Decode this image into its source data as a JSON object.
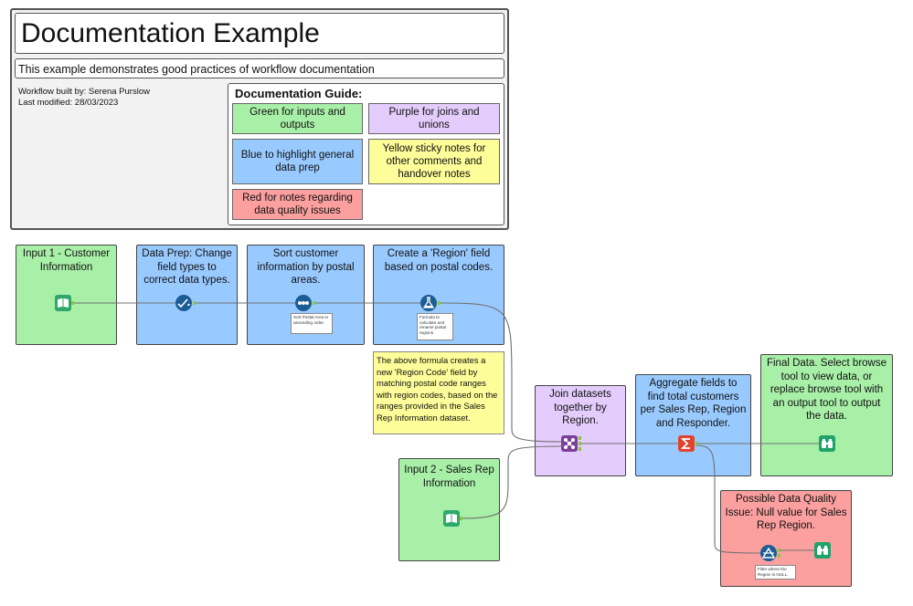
{
  "header": {
    "title": "Documentation Example",
    "subtitle": "This example demonstrates good practices of workflow documentation",
    "built_by": "Workflow built by: Serena Purslow",
    "last_modified": "Last modified: 28/03/2023"
  },
  "guide": {
    "title": "Documentation Guide:",
    "green": "Green for inputs and outputs",
    "purple": "Purple for joins and unions",
    "blue": "Blue to highlight general data prep",
    "yellow": "Yellow sticky notes for other comments and handover notes",
    "red": "Red for notes regarding data quality issues"
  },
  "containers": {
    "input1": "Input 1 - Customer Information",
    "dataprep": "Data Prep: Change field types to correct data types.",
    "sort": "Sort customer information by postal areas.",
    "region": "Create a 'Region' field based on postal codes.",
    "join": "Join datasets together by Region.",
    "aggregate": "Aggregate fields to find total customers per Sales Rep, Region and Responder.",
    "final": "Final Data. Select browse tool to view data, or replace browse tool with an output tool to output the data.",
    "input2": "Input 2 - Sales Rep Information",
    "dq": "Possible Data Quality Issue: Null value for Sales Rep Region."
  },
  "notes": {
    "formula_note": "The above formula creates a new 'Region Code' field by matching postal code ranges with region codes, based on the ranges provided in the Sales Rep Information dataset."
  },
  "tool_comments": {
    "sort": "Sort Postal Area in ascending order.",
    "formula": "Formula to calculate and rename postal regions.",
    "filter": "Filter where the Region is NULL."
  },
  "icons": {
    "input1": "input-data-icon",
    "select": "select-icon",
    "sort": "sort-icon",
    "formula": "formula-icon",
    "join": "join-icon",
    "summarize": "summarize-icon",
    "browse": "browse-icon",
    "input2": "input-data-icon",
    "filter": "filter-icon"
  },
  "colors": {
    "green": "#a8f0a8",
    "blue": "#99caff",
    "purple": "#e4cdfc",
    "yellow": "#fdfd99",
    "red": "#fb9f9f",
    "input_tool": "#2ea86b",
    "prep_tool": "#1b5d95",
    "join_tool": "#7b3f98",
    "summarize_tool": "#e0442f",
    "browse_tool": "#1fa36a"
  }
}
